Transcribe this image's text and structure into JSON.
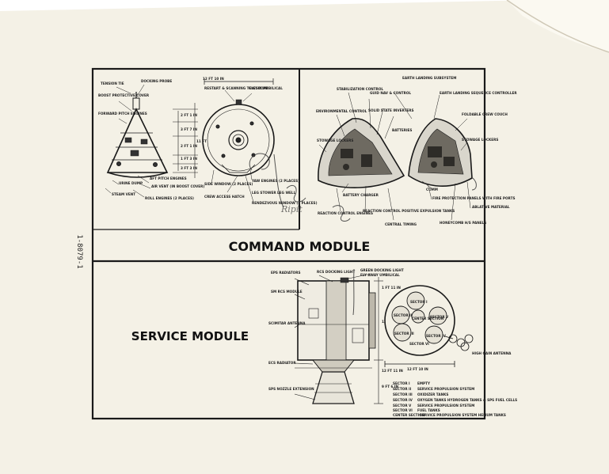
{
  "document": {
    "side_code": "1-8079-1",
    "annotation": "Ripit"
  },
  "command_module": {
    "title": "COMMAND MODULE",
    "left_labels": [
      "TENSION TIE",
      "DOCKING PROBE",
      "BOOST PROTECTIVE COVER",
      "FORWARD PITCH ENGINES",
      "AFT PITCH ENGINES",
      "AIR VENT (IN BOOST COVER)",
      "ROLL ENGINES (2 PLACES)",
      "URINE DUMP",
      "STEAM VENT"
    ],
    "left_dims": [
      "2 FT 1 IN",
      "3 FT 7 IN",
      "2 FT 1 IN",
      "1 FT 3 IN",
      "3 FT 3 IN",
      "12 FT 10 IN",
      "11 FT"
    ],
    "top_view_labels": [
      "RESTART & SCANNING TELESCOPE",
      "CM/SM UMBILICAL",
      "SIDE WINDOW (2 PLACES)",
      "CREW ACCESS HATCH",
      "YAW ENGINES (2 PLACES)",
      "LEG STOWER LEG WELL",
      "RENDEZVOUS WINDOW (2 PLACES)"
    ],
    "right_labels": [
      "STABILIZATION CONTROL",
      "EARTH LANDING SUBSYSTEM",
      "GUID NAV & CONTROL",
      "SOLID STATE INVERTERS",
      "EARTH LANDING SEQUENCE CONTROLLER",
      "ENVIRONMENTAL CONTROL",
      "FOLDABLE CREW COUCH",
      "BATTERIES",
      "STOWAGE LOCKERS",
      "STOWAGE LOCKERS",
      "BATTERY CHARGER",
      "COMM",
      "FIRE PROTECTION PANELS WITH FIRE PORTS",
      "ABLATIVE MATERIAL",
      "REACTION CONTROL ENGINES",
      "REACTION CONTROL POSITIVE EXPULSION TANKS",
      "CENTRAL TIMING",
      "HONEYCOMB H/S PANELS"
    ]
  },
  "service_module": {
    "title": "SERVICE MODULE",
    "labels": [
      "EPS RADIATORS",
      "RCS DOCKING LIGHT",
      "GREEN DOCKING LIGHT",
      "FLY AWAY UMBILICAL",
      "SM RCS MODULE",
      "SCIMITAR ANTENNA",
      "ECS RADIATOR",
      "SPS NOZZLE EXTENSION",
      "HIGH GAIN ANTENNA"
    ],
    "dims": [
      "1 FT 11 IN",
      "12 FT 10 IN",
      "12 FT 11 IN",
      "9 FT 6 IN",
      "12 FT 10 IN"
    ],
    "sectors": [
      "SECTOR I",
      "SECTOR II",
      "SECTOR III",
      "SECTOR IV",
      "SECTOR V",
      "SECTOR VI",
      "CENTER SECTION"
    ],
    "legend": [
      {
        "key": "SECTOR I",
        "desc": "EMPTY"
      },
      {
        "key": "SECTOR II",
        "desc": "SERVICE PROPULSION SYSTEM"
      },
      {
        "key": "SECTOR III",
        "desc": "OXIDIZER TANKS"
      },
      {
        "key": "SECTOR IV",
        "desc": "OXYGEN TANKS HYDROGEN TANKS & SPS FUEL CELLS"
      },
      {
        "key": "SECTOR V",
        "desc": "SERVICE PROPULSION SYSTEM"
      },
      {
        "key": "SECTOR VI",
        "desc": "FUEL TANKS"
      },
      {
        "key": "CENTER SECTION",
        "desc": "SERVICE PROPULSION SYSTEM HELIUM TANKS"
      }
    ]
  }
}
